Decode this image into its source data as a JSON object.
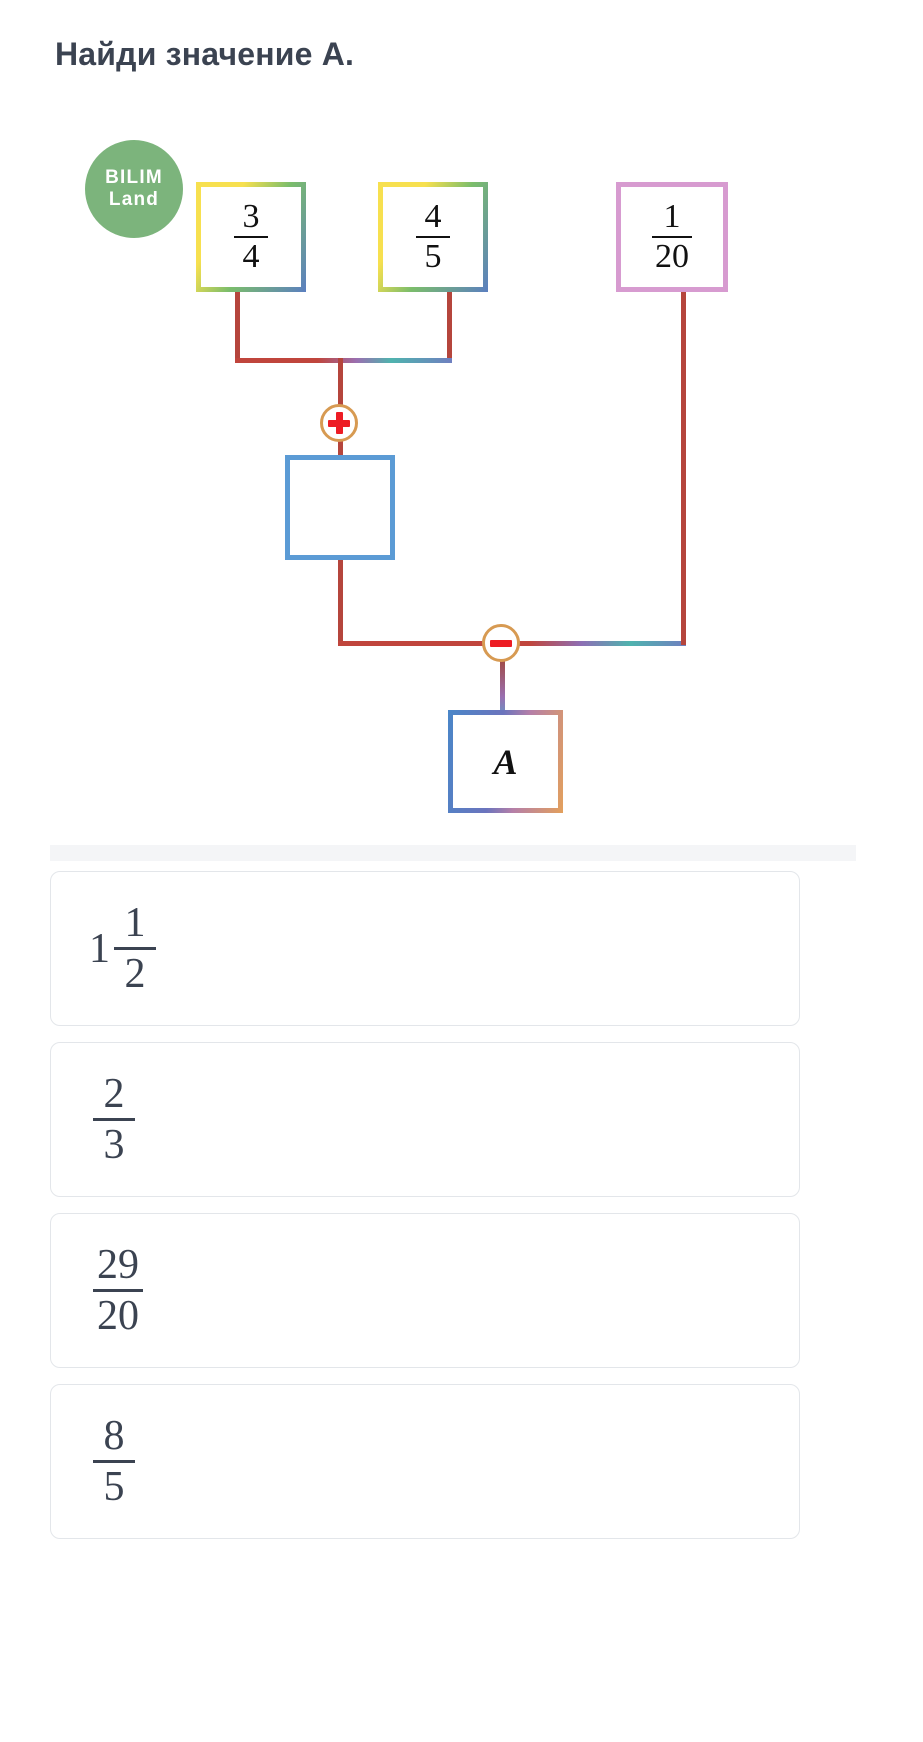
{
  "title": "Найди значение А.",
  "logo": {
    "line1": "BILIM",
    "line2": "Land",
    "color": "#7cb47c"
  },
  "diagram": {
    "type": "fraction-operation-tree",
    "nodes": [
      {
        "id": "n1",
        "numerator": "3",
        "denominator": "4",
        "border": "#f7e04f-#5b7fc0"
      },
      {
        "id": "n2",
        "numerator": "4",
        "denominator": "5",
        "border": "#f7e04f-#5b7fc0"
      },
      {
        "id": "n3",
        "numerator": "1",
        "denominator": "20",
        "border": "#d79bd0"
      },
      {
        "id": "n4",
        "numerator": "",
        "denominator": "",
        "border": "#5b9bd5"
      },
      {
        "id": "n5",
        "label": "A",
        "border": "#4a86c8-#e3a05c"
      }
    ],
    "operators": [
      {
        "id": "op-plus",
        "symbol": "+",
        "ring": "#d79a52",
        "glyph_color": "#ed1c24"
      },
      {
        "id": "op-minus",
        "symbol": "−",
        "ring": "#d79a52",
        "glyph_color": "#ed1c24"
      }
    ],
    "expression": "(3/4 + 4/5) − 1/20 = A"
  },
  "options": [
    {
      "id": "opt-1",
      "whole": "1",
      "numerator": "1",
      "denominator": "2"
    },
    {
      "id": "opt-2",
      "whole": "",
      "numerator": "2",
      "denominator": "3"
    },
    {
      "id": "opt-3",
      "whole": "",
      "numerator": "29",
      "denominator": "20"
    },
    {
      "id": "opt-4",
      "whole": "",
      "numerator": "8",
      "denominator": "5"
    }
  ]
}
